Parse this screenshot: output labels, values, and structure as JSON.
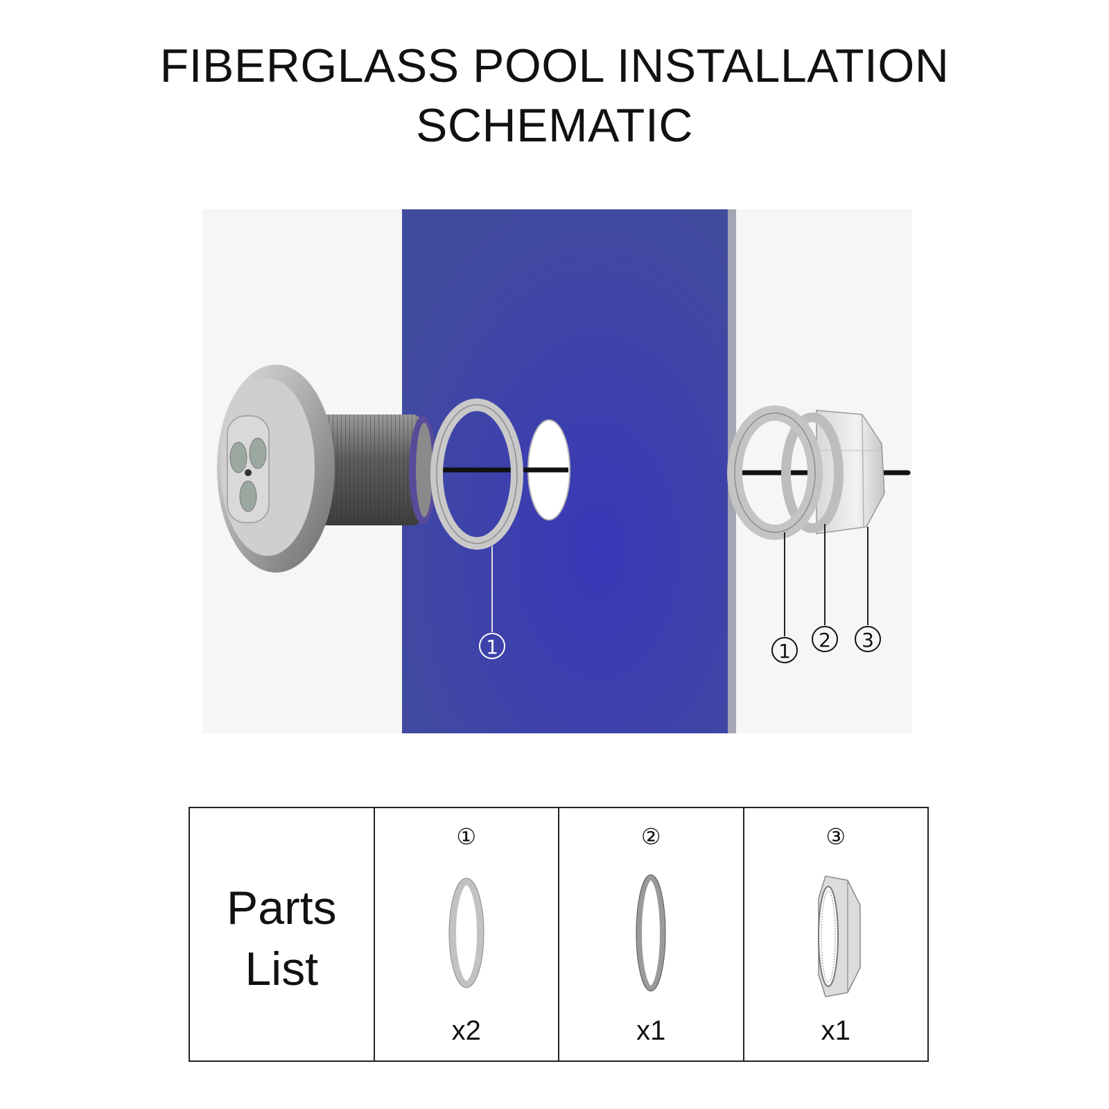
{
  "title": {
    "line1": "FIBERGLASS POOL INSTALLATION",
    "line2": "SCHEMATIC"
  },
  "colors": {
    "wall": "#3f4aa0",
    "wall_edge": "#a0a0a8",
    "metal": "#b8b8b8",
    "rod": "#111111"
  },
  "diagram": {
    "callouts": {
      "inner_washer": "①",
      "outer_washer": "①",
      "gasket": "②",
      "nut": "③"
    }
  },
  "parts_list": {
    "heading_line1": "Parts",
    "heading_line2": "List",
    "parts": [
      {
        "number": "①",
        "quantity": "x2",
        "icon": "washer-icon"
      },
      {
        "number": "②",
        "quantity": "x1",
        "icon": "gasket-icon"
      },
      {
        "number": "③",
        "quantity": "x1",
        "icon": "hex-nut-icon"
      }
    ]
  }
}
